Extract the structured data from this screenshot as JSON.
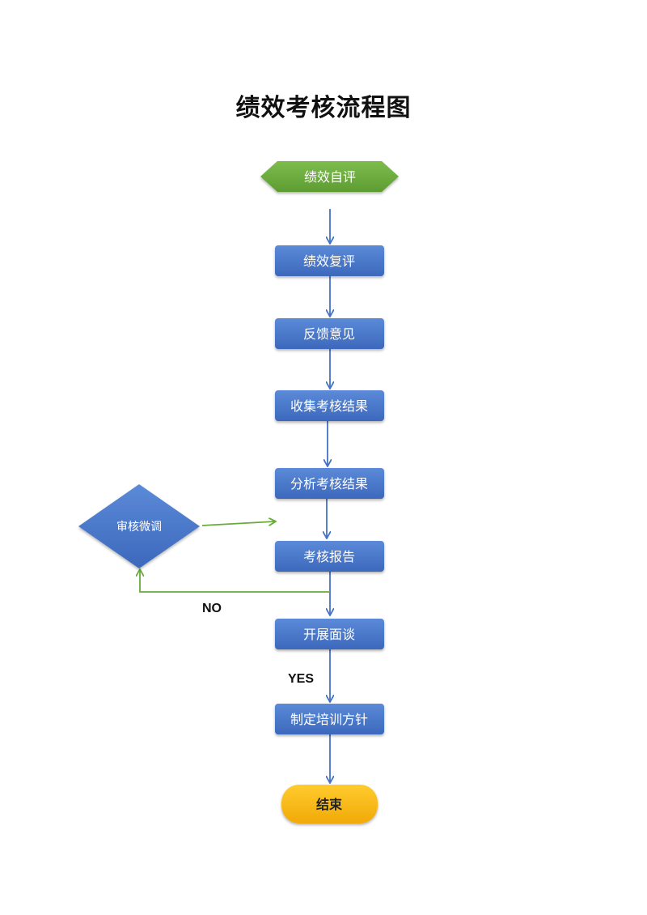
{
  "title": "绩效考核流程图",
  "colors": {
    "start": "#6aaa3c",
    "process": "#4472c4",
    "decision": "#4472c4",
    "end": "#f6b712",
    "main_arrow": "#4472c4",
    "loop_arrow": "#6aaa3c"
  },
  "nodes": {
    "start": "绩效自评",
    "review": "绩效复评",
    "feedback": "反馈意见",
    "collect": "收集考核结果",
    "analyze": "分析考核结果",
    "report": "考核报告",
    "interview": "开展面谈",
    "training": "制定培训方针",
    "end": "结束",
    "adjust": "审核微调"
  },
  "edge_labels": {
    "no": "NO",
    "yes": "YES"
  }
}
